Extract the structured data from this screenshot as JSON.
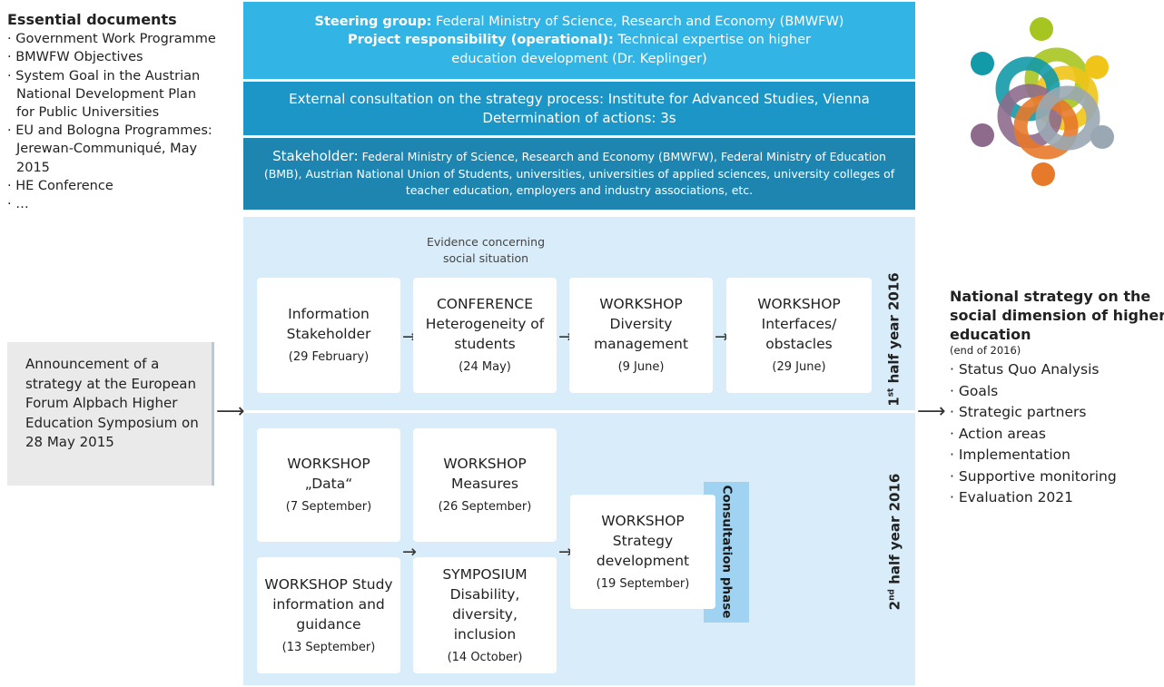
{
  "essential": {
    "title": "Essential documents",
    "items": [
      "· Government Work Programme",
      "· BMWFW Objectives",
      "· System Goal in the Austrian National Development Plan for Public Universities",
      "· EU and Bologna Programmes: Jerewan-Communiqué, May 2015",
      "· HE Conference",
      "· …"
    ]
  },
  "announcement": "Announcement of a strategy at the European Forum Alpbach Higher Education Symposium on 28 May 2015",
  "steering": {
    "label1": "Steering group:",
    "text1": " Federal Ministry of Science, Research and Economy (BMWFW)",
    "label2": "Project responsibility (operational):",
    "text2": " Technical expertise on higher education development (Dr. Keplinger)"
  },
  "external": {
    "line1": "External consultation on the strategy process: Institute for Advanced Studies, Vienna",
    "line2": "Determination of actions: 3s"
  },
  "stakeholder": {
    "lead": "Stakeholder:",
    "text": " Federal Ministry of Science, Research and Economy (BMWFW), Federal Ministry of Education (BMB), Austrian National Union of Students, universities, universities of applied sciences, university colleges of teacher education, employers and industry associations, etc."
  },
  "phase1": {
    "label_a": "1",
    "label_sup": "st",
    "label_b": " half year 2016",
    "evidence": "Evidence concerning social situation",
    "cards": [
      {
        "title": "Information Stakeholder",
        "date": "(29 February)"
      },
      {
        "title": "CONFERENCE Heterogeneity of students",
        "date": "(24 May)"
      },
      {
        "title": "WORKSHOP Diversity management",
        "date": "(9 June)"
      },
      {
        "title": "WORKSHOP Interfaces/ obstacles",
        "date": "(29 June)"
      }
    ]
  },
  "phase2": {
    "label_a": "2",
    "label_sup": "nd",
    "label_b": " half year 2016",
    "cards": [
      {
        "title": "WORKSHOP „Data“",
        "date": "(7 September)"
      },
      {
        "title": "WORKSHOP Measures",
        "date": "(26 September)"
      },
      {
        "title": "WORKSHOP Study information and guidance",
        "date": "(13 September)"
      },
      {
        "title": "SYMPOSIUM Disability, diversity, inclusion",
        "date": "(14 October)"
      },
      {
        "title": "WORKSHOP Strategy development",
        "date": "(19 September)"
      }
    ],
    "consultation": "Consultation phase"
  },
  "outcome": {
    "title": "National strategy on the social dimension of higher education",
    "subtitle": "(end of 2016)",
    "items": [
      "· Status Quo Analysis",
      "· Goals",
      "· Strategic partners",
      "· Action areas",
      "· Implementation",
      "· Supportive monitoring",
      "· Evaluation 2021"
    ]
  },
  "logo": {
    "colors": [
      "#f0c419",
      "#a7c520",
      "#139aa8",
      "#8e6b8d",
      "#e7792b",
      "#9aa8b3"
    ]
  }
}
